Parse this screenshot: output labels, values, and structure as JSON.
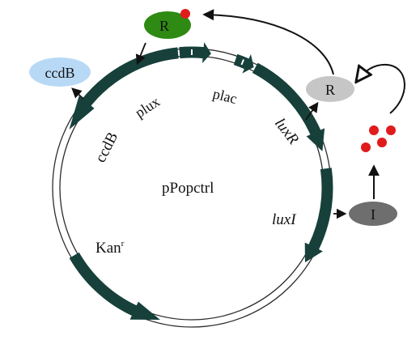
{
  "plasmid": {
    "name": "pPopctrl",
    "kan_label": "Kan",
    "kan_superscript": "r"
  },
  "genes": {
    "ccdB": "ccdB",
    "plux": "plux",
    "plac": "plac",
    "luxR": "luxR",
    "luxI": "luxI"
  },
  "proteins": {
    "ccdB_protein": "ccdB",
    "r_active": "R",
    "r_inactive": "R",
    "i_protein": "I"
  },
  "colors": {
    "gene_fill": "#17403b",
    "backbone_stroke": "#2b2b2b",
    "r_active_fill": "#2e8a12",
    "r_inactive_fill": "#c6c6c6",
    "i_fill": "#6e6e6e",
    "ccdB_fill": "#b8d9f5",
    "signal_dot": "#e01b1b"
  }
}
